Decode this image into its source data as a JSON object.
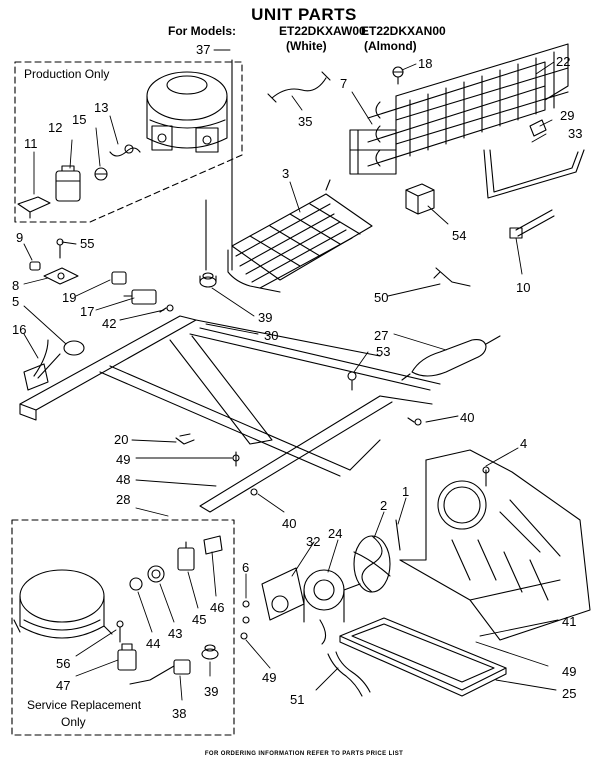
{
  "header": {
    "title": "UNIT PARTS",
    "models_label": "For Models:",
    "models": [
      {
        "number": "ET22DKXAW00",
        "finish": "(White)"
      },
      {
        "number": "ET22DKXAN00",
        "finish": "(Almond)"
      }
    ]
  },
  "boxes": {
    "production_only": "Production Only",
    "service_line1": "Service Replacement",
    "service_line2": "Only"
  },
  "footer": "FOR ORDERING INFORMATION REFER TO PARTS PRICE LIST",
  "callouts": [
    {
      "id": "c37",
      "label": "37"
    },
    {
      "id": "c18",
      "label": "18"
    },
    {
      "id": "c22",
      "label": "22"
    },
    {
      "id": "c7",
      "label": "7"
    },
    {
      "id": "c35",
      "label": "35"
    },
    {
      "id": "c13",
      "label": "13"
    },
    {
      "id": "c12",
      "label": "12"
    },
    {
      "id": "c15",
      "label": "15"
    },
    {
      "id": "c11",
      "label": "11"
    },
    {
      "id": "c29",
      "label": "29"
    },
    {
      "id": "c33",
      "label": "33"
    },
    {
      "id": "c3",
      "label": "3"
    },
    {
      "id": "c54",
      "label": "54"
    },
    {
      "id": "c9",
      "label": "9"
    },
    {
      "id": "c55",
      "label": "55"
    },
    {
      "id": "c8",
      "label": "8"
    },
    {
      "id": "c19",
      "label": "19"
    },
    {
      "id": "c17",
      "label": "17"
    },
    {
      "id": "c42",
      "label": "42"
    },
    {
      "id": "c5",
      "label": "5"
    },
    {
      "id": "c39a",
      "label": "39"
    },
    {
      "id": "c50",
      "label": "50"
    },
    {
      "id": "c10",
      "label": "10"
    },
    {
      "id": "c30",
      "label": "30"
    },
    {
      "id": "c16",
      "label": "16"
    },
    {
      "id": "c27",
      "label": "27"
    },
    {
      "id": "c53",
      "label": "53"
    },
    {
      "id": "c40a",
      "label": "40"
    },
    {
      "id": "c4",
      "label": "4"
    },
    {
      "id": "c20",
      "label": "20"
    },
    {
      "id": "c49a",
      "label": "49"
    },
    {
      "id": "c48",
      "label": "48"
    },
    {
      "id": "c28",
      "label": "28"
    },
    {
      "id": "c40b",
      "label": "40"
    },
    {
      "id": "c1",
      "label": "1"
    },
    {
      "id": "c2",
      "label": "2"
    },
    {
      "id": "c24",
      "label": "24"
    },
    {
      "id": "c32",
      "label": "32"
    },
    {
      "id": "c6",
      "label": "6"
    },
    {
      "id": "c46",
      "label": "46"
    },
    {
      "id": "c45",
      "label": "45"
    },
    {
      "id": "c43",
      "label": "43"
    },
    {
      "id": "c44",
      "label": "44"
    },
    {
      "id": "c56",
      "label": "56"
    },
    {
      "id": "c47",
      "label": "47"
    },
    {
      "id": "c39b",
      "label": "39"
    },
    {
      "id": "c38",
      "label": "38"
    },
    {
      "id": "c49b",
      "label": "49"
    },
    {
      "id": "c51",
      "label": "51"
    },
    {
      "id": "c41",
      "label": "41"
    },
    {
      "id": "c49c",
      "label": "49"
    },
    {
      "id": "c25",
      "label": "25"
    }
  ]
}
